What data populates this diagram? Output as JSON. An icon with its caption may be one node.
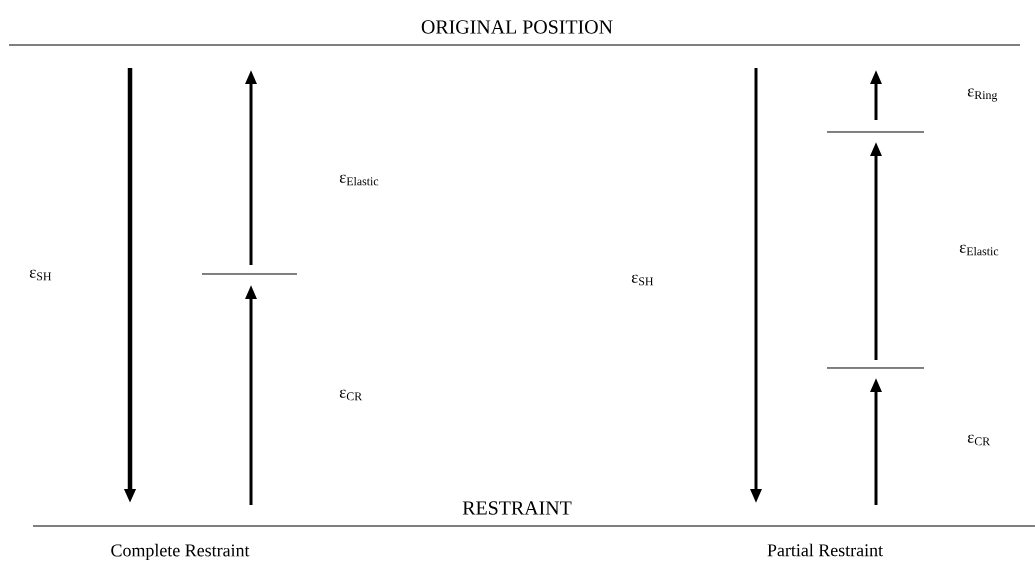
{
  "diagram": {
    "labels": [
      "ORIGINAL POSITION",
      "ε$_{Ring}$",
      "ε$_{Elastic}$",
      "ε$_{SH}$",
      "ε$_{SH}$",
      "ε$_{Elastic}$",
      "ε$_{CR}$",
      "ε$_{CR}$",
      "RESTRAINT",
      "Complete Restraint",
      "Partial Restraint"
    ]
  }
}
